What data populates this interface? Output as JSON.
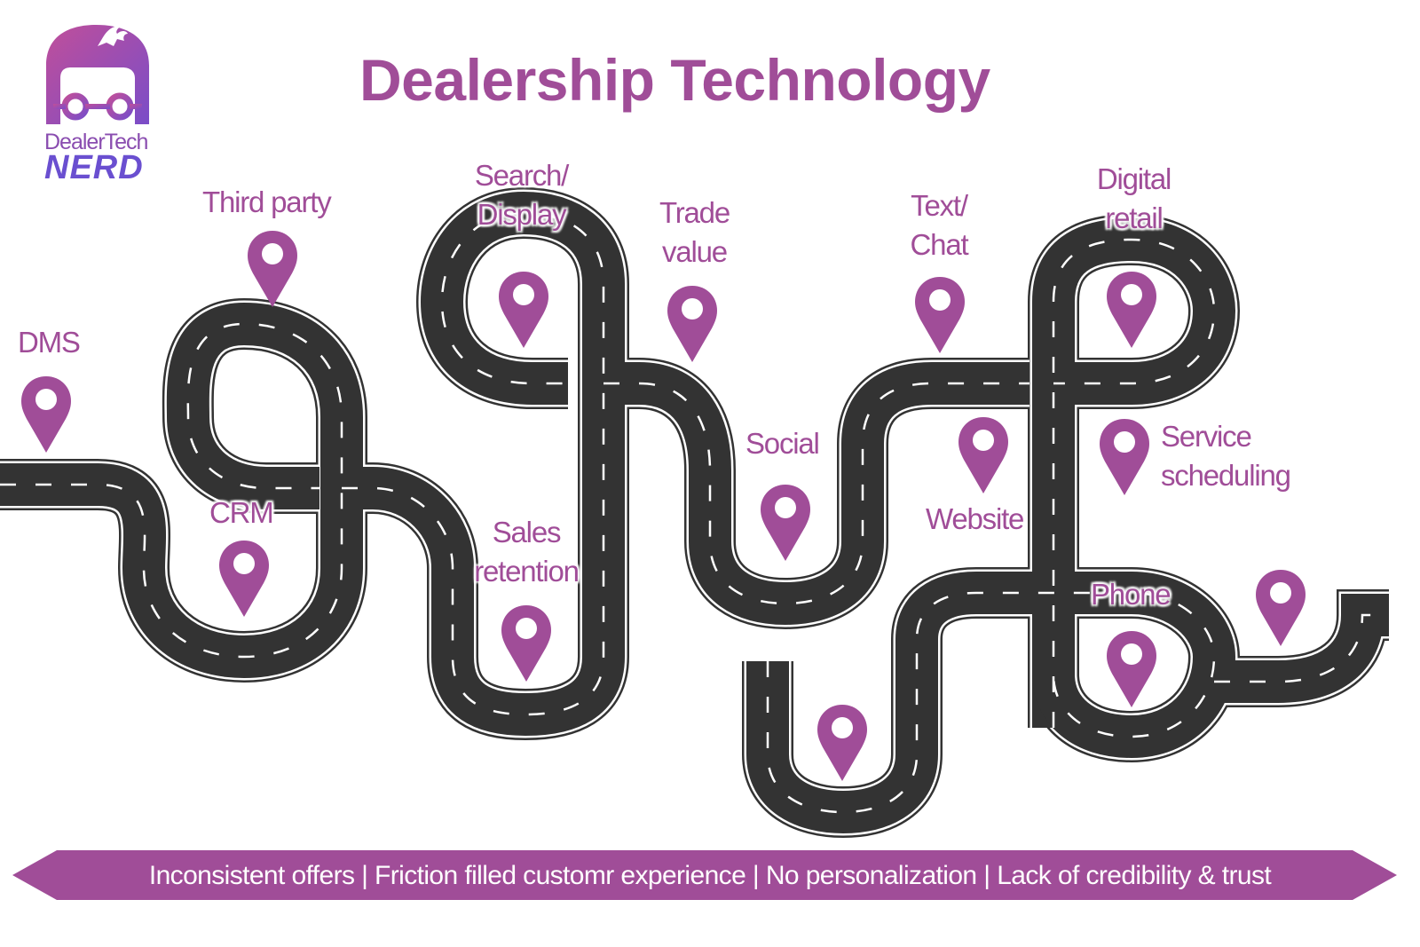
{
  "title": "Dealership Technology",
  "logo": {
    "name_line1": "DealerTech",
    "name_line2": "NERD",
    "icon": "nerd-face-with-glasses-icon"
  },
  "colors": {
    "brand_purple": "#a04d98",
    "logo_gradient_start": "#c04f9a",
    "logo_gradient_end": "#6a4fd0",
    "road_asphalt": "#333333",
    "road_marking": "#ffffff",
    "background": "#ffffff"
  },
  "road": {
    "icon": "winding-road-icon",
    "description": "Winding road connecting all dealership technology touchpoints"
  },
  "milestones": [
    {
      "id": "dms",
      "label_lines": [
        "DMS"
      ],
      "icon": "map-pin-icon"
    },
    {
      "id": "crm",
      "label_lines": [
        "CRM"
      ],
      "icon": "map-pin-icon"
    },
    {
      "id": "third-party",
      "label_lines": [
        "Third party"
      ],
      "icon": "map-pin-icon"
    },
    {
      "id": "search-display",
      "label_lines": [
        "Search/",
        "Display"
      ],
      "icon": "map-pin-icon"
    },
    {
      "id": "sales-retention",
      "label_lines": [
        "Sales",
        "retention"
      ],
      "icon": "map-pin-icon"
    },
    {
      "id": "trade-value",
      "label_lines": [
        "Trade",
        "value"
      ],
      "icon": "map-pin-icon"
    },
    {
      "id": "social",
      "label_lines": [
        "Social"
      ],
      "icon": "map-pin-icon"
    },
    {
      "id": "text-chat",
      "label_lines": [
        "Text/",
        "Chat"
      ],
      "icon": "map-pin-icon"
    },
    {
      "id": "website",
      "label_lines": [
        "Website"
      ],
      "icon": "map-pin-icon"
    },
    {
      "id": "digital-retail",
      "label_lines": [
        "Digital",
        "retail"
      ],
      "icon": "map-pin-icon"
    },
    {
      "id": "service-scheduling",
      "label_lines": [
        "Service",
        "scheduling"
      ],
      "icon": "map-pin-icon"
    },
    {
      "id": "phone",
      "label_lines": [
        "Phone"
      ],
      "icon": "map-pin-icon"
    }
  ],
  "unlabeled_pins": [
    {
      "id": "pin-bottom-u",
      "icon": "map-pin-icon"
    },
    {
      "id": "pin-far-right",
      "icon": "map-pin-icon"
    }
  ],
  "banner": {
    "icon": "double-arrow-banner-icon",
    "items": [
      "Inconsistent offers",
      "Friction filled customr experience",
      "No personalization",
      "Lack of credibility & trust"
    ],
    "separator": " | "
  }
}
